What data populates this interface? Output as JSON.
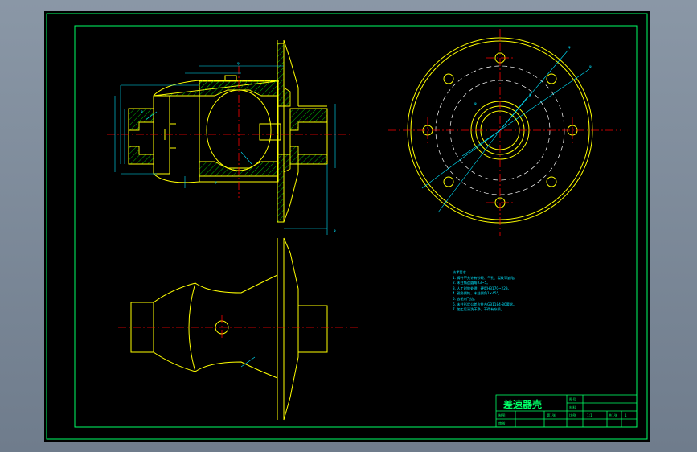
{
  "drawing": {
    "title": "差速器壳",
    "tech_heading": "技术要求",
    "tech_notes": [
      "1. 铸件不允许有砂眼、气孔、裂纹等缺陷。",
      "2. 未注铸造圆角R3~5。",
      "3. 人工时效处理，硬度HB170~229。",
      "4. 锐角倒钝，未注倒角1×45°。",
      "5. 去毛刺飞边。",
      "6. 未注形状公差应符合GB1184-80要求。",
      "7. 加工后清洗干净，不得有杂质。"
    ],
    "title_block": {
      "labels": [
        "图号",
        "材料",
        "制图",
        "审核",
        "第1张",
        "比例",
        "1:1",
        "共1张",
        "1"
      ]
    },
    "colors": {
      "outline": "#ffff00",
      "centerline": "#ff0000",
      "dimension": "#00e5ff",
      "hatch": "#00c800",
      "frame": "#00ff66",
      "background": "#000000"
    }
  }
}
